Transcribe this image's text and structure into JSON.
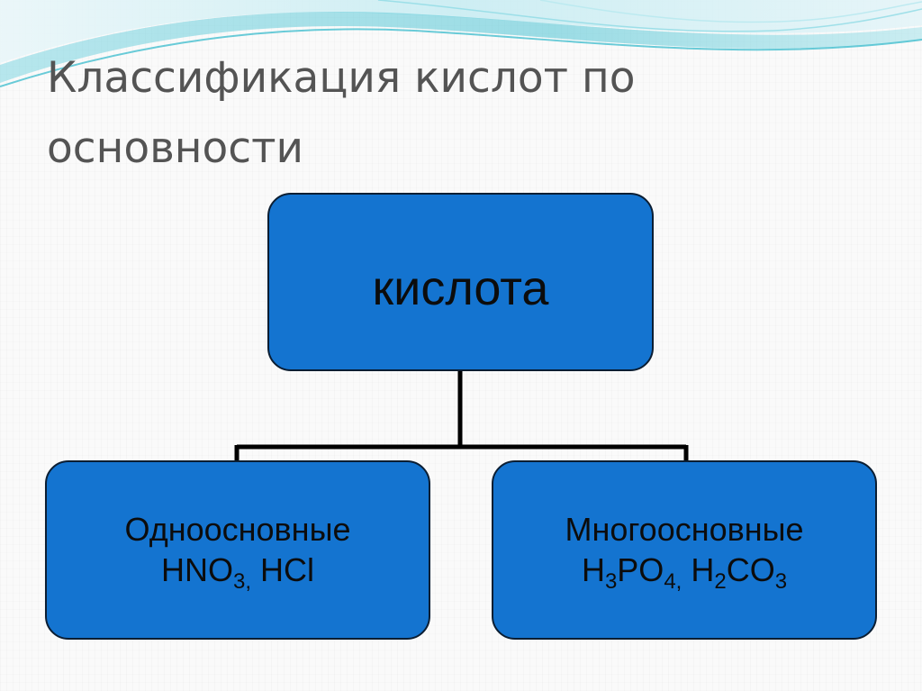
{
  "slide": {
    "title_lines": [
      "Классификация кислот по",
      "основности"
    ],
    "root": {
      "label": "кислота"
    },
    "left": {
      "label": "Одноосновные",
      "formula": {
        "f1_a": "HNO",
        "f1_sub": "3,",
        "sep": " ",
        "f2_a": "HCl"
      }
    },
    "right": {
      "label": "Многоосновные",
      "formula": {
        "f1_a": "H",
        "f1_sub1": "3",
        "f1_b": "PO",
        "f1_sub2": "4,",
        "sep": " ",
        "f2_a": "H",
        "f2_sub1": "2",
        "f2_b": "CO",
        "f2_sub2": "3"
      }
    },
    "colors": {
      "box_fill": "#1474d0",
      "box_border": "#0b1e33",
      "title_text": "#545454",
      "connector": "#000000",
      "wave_accent": "#2bb7c9"
    },
    "icons": []
  }
}
